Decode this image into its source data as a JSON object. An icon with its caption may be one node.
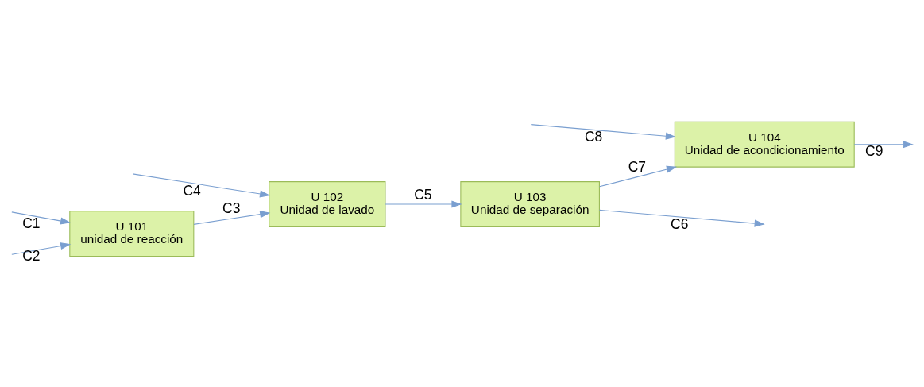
{
  "diagram": {
    "nodes": [
      {
        "text": [
          "U 101",
          "unidad de reacción"
        ]
      },
      {
        "text": [
          "U 102",
          "Unidad de lavado"
        ]
      },
      {
        "text": [
          "U 103",
          "Unidad de separación"
        ]
      },
      {
        "text": [
          "U 104",
          "Unidad de acondicionamiento"
        ]
      }
    ],
    "edges": [
      {
        "from": null,
        "to": 0,
        "arrow": "to",
        "label": "C1"
      },
      {
        "from": null,
        "to": 0,
        "arrow": "to",
        "label": "C2"
      },
      {
        "from": 0,
        "to": 1,
        "arrow": "to",
        "label": "C3"
      },
      {
        "from": null,
        "to": 1,
        "arrow": "to",
        "label": "C4"
      },
      {
        "from": 1,
        "to": 2,
        "arrow": "to",
        "label": "C5"
      },
      {
        "from": 2,
        "to": null,
        "arrow": "to",
        "label": "C6"
      },
      {
        "from": 2,
        "to": 3,
        "arrow": "to",
        "label": "C7"
      },
      {
        "from": null,
        "to": 3,
        "arrow": "to",
        "label": "C8"
      },
      {
        "from": 3,
        "to": null,
        "arrow": "to",
        "label": "C9"
      }
    ]
  }
}
